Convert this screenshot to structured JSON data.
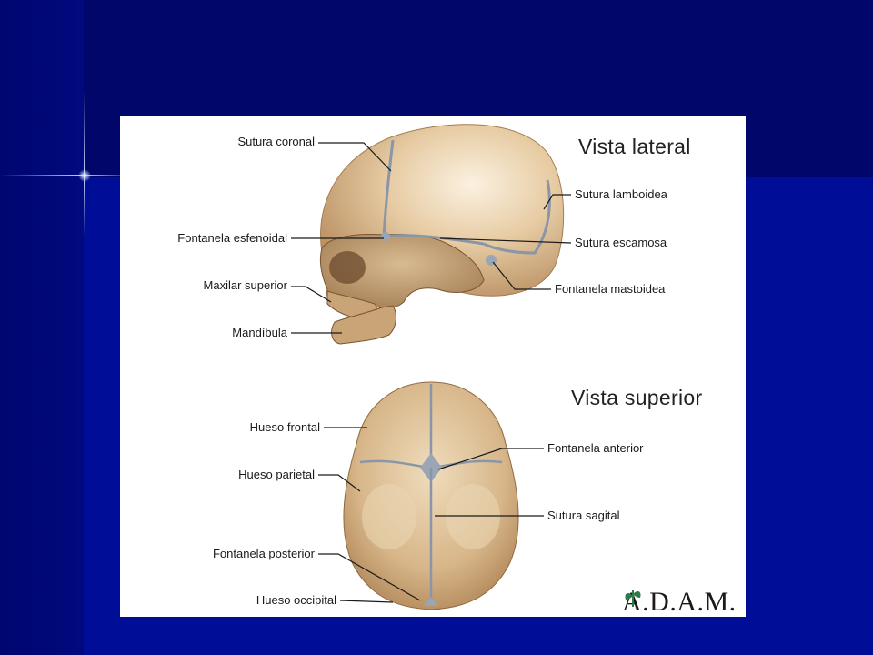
{
  "slide": {
    "colors": {
      "background": "#000a8c",
      "band": "#00066a",
      "bone": "#d8b88c",
      "suture": "#8a96a8"
    }
  },
  "figure": {
    "lateral": {
      "title": "Vista lateral",
      "labels": {
        "sutura_coronal": "Sutura coronal",
        "fontanela_esfenoidal": "Fontanela esfenoidal",
        "maxilar_superior": "Maxilar superior",
        "mandibula": "Mandíbula",
        "sutura_lamboidea": "Sutura lamboidea",
        "sutura_escamosa": "Sutura escamosa",
        "fontanela_mastoidea": "Fontanela mastoidea"
      }
    },
    "superior": {
      "title": "Vista superior",
      "labels": {
        "hueso_frontal": "Hueso frontal",
        "hueso_parietal": "Hueso parietal",
        "fontanela_posterior": "Fontanela posterior",
        "hueso_occipital": "Hueso occipital",
        "fontanela_anterior": "Fontanela anterior",
        "sutura_sagital": "Sutura sagital"
      }
    },
    "logo": {
      "text": "A.D.A.M.",
      "icon": "leaf-icon"
    }
  }
}
